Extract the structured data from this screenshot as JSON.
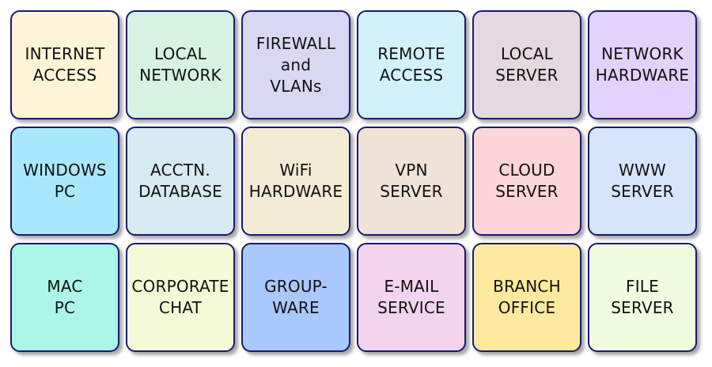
{
  "tiles": [
    {
      "label": "INTERNET\nACCESS",
      "color": "#fdf5d6"
    },
    {
      "label": "LOCAL\nNETWORK",
      "color": "#d6f2e2"
    },
    {
      "label": "FIREWALL\nand\nVLANs",
      "color": "#d8d8f5"
    },
    {
      "label": "REMOTE\nACCESS",
      "color": "#d2f2fb"
    },
    {
      "label": "LOCAL\nSERVER",
      "color": "#e4d9de"
    },
    {
      "label": "NETWORK\nHARDWARE",
      "color": "#e3d2fb"
    },
    {
      "label": "WINDOWS\nPC",
      "color": "#a9e8fc"
    },
    {
      "label": "ACCTN.\nDATABASE",
      "color": "#d7ebf3"
    },
    {
      "label": "WiFi\nHARDWARE",
      "color": "#f3ebd5"
    },
    {
      "label": "VPN\nSERVER",
      "color": "#f1e2d8"
    },
    {
      "label": "CLOUD\nSERVER",
      "color": "#fcd5d8"
    },
    {
      "label": "WWW\nSERVER",
      "color": "#d6e4fc"
    },
    {
      "label": "MAC\nPC",
      "color": "#abf6e8"
    },
    {
      "label": "CORPORATE\nCHAT",
      "color": "#f4fad5"
    },
    {
      "label": "GROUP-\nWARE",
      "color": "#a9c8fc"
    },
    {
      "label": "E-MAIL\nSERVICE",
      "color": "#f2d4ee"
    },
    {
      "label": "BRANCH\nOFFICE",
      "color": "#fdea9f"
    },
    {
      "label": "FILE\nSERVER",
      "color": "#f1fbe0"
    }
  ]
}
